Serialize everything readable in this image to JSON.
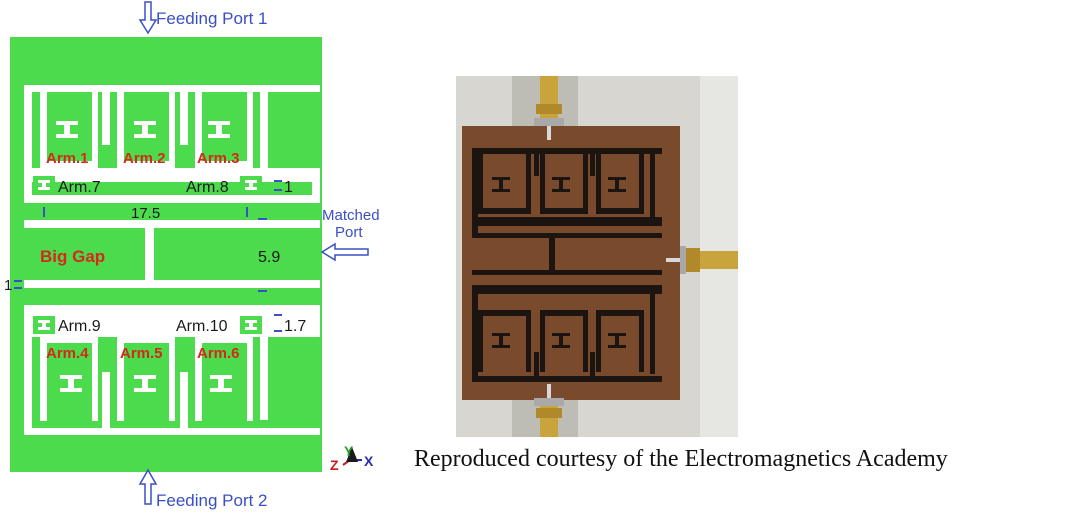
{
  "diagram": {
    "feed_port_top": "Feeding Port 1",
    "feed_port_bottom": "Feeding Port 2",
    "matched_port": [
      "Matched",
      "Port"
    ],
    "arms": {
      "arm1": "Arm.1",
      "arm2": "Arm.2",
      "arm3": "Arm.3",
      "arm4": "Arm.4",
      "arm5": "Arm.5",
      "arm6": "Arm.6",
      "arm7": "Arm.7",
      "arm8": "Arm.8",
      "arm9": "Arm.9",
      "arm10": "Arm.10"
    },
    "big_gap": "Big Gap",
    "dims": {
      "d_17_5": "17.5",
      "d_5_9": "5.9",
      "d_1_right": "1",
      "d_1_left": "1",
      "d_1_7": "1.7"
    },
    "axes": {
      "y": "Y",
      "z": "Z",
      "x": "X"
    },
    "colors": {
      "board": "#4cdb4c",
      "slot": "#ffffff",
      "label_blue": "#3a4fc4",
      "arm_red": "#d42a1a",
      "copper": "#7a4a2c"
    }
  },
  "photo": {
    "description_icon": "fabricated-prototype-photo"
  },
  "credit": "Reproduced courtesy of the Electromagnetics Academy"
}
